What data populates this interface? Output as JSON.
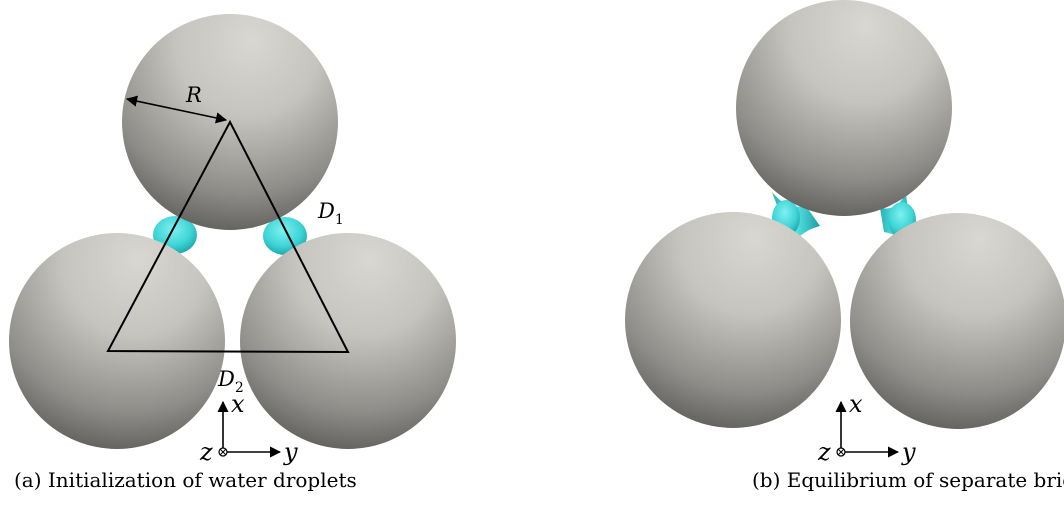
{
  "panels": [
    {
      "id": "a",
      "caption": "(a) Initialization of water droplets",
      "labels": {
        "radius": "R",
        "distance_1": "D",
        "distance_1_sub": "1",
        "distance_2": "D",
        "distance_2_sub": "2"
      },
      "axes": {
        "x": "x",
        "y": "y",
        "z": "z"
      },
      "bridge_state": "initial droplets"
    },
    {
      "id": "b",
      "caption": "(b) Equilibrium of separate bridges",
      "axes": {
        "x": "x",
        "y": "y",
        "z": "z"
      },
      "bridge_state": "equilibrium bridges"
    }
  ],
  "colors": {
    "sphere_light": "#d8d6d0",
    "sphere_dark": "#4a4a48",
    "bridge": "#3ed4d6",
    "bridge_dark": "#1a9ea3",
    "line": "#000000"
  }
}
